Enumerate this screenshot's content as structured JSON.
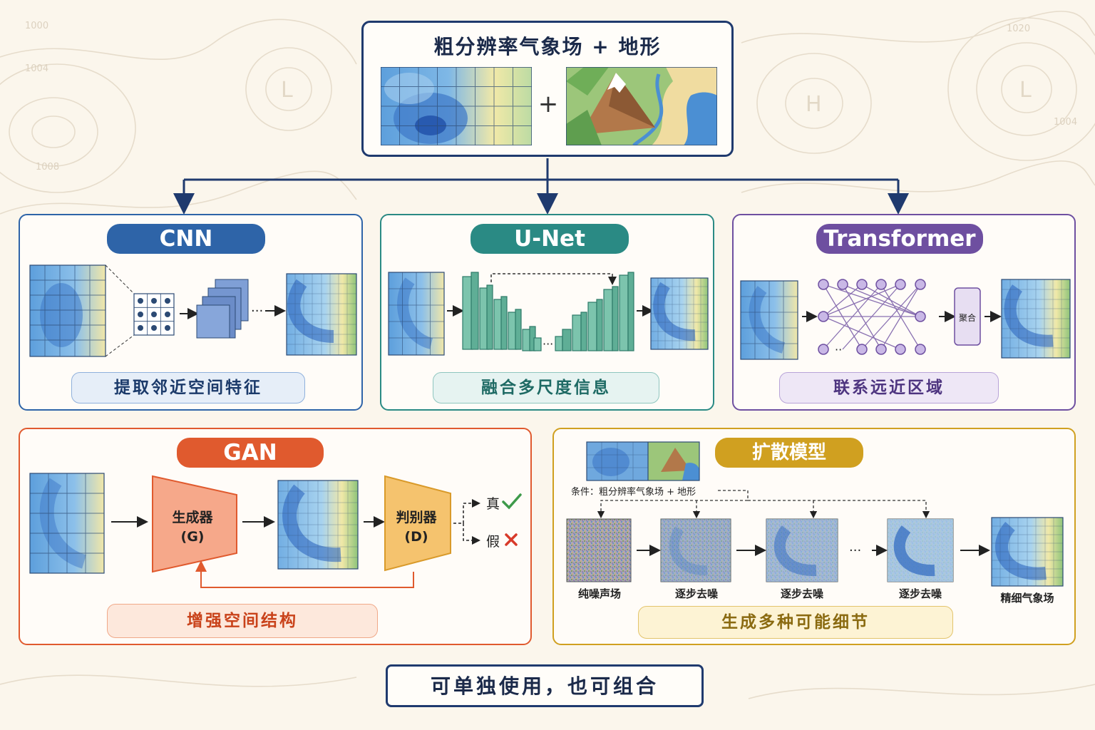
{
  "colors": {
    "navy": "#1f3a6e",
    "cnn": "#2e64a8",
    "unet": "#2a8a84",
    "transformer": "#6e4fa0",
    "gan": "#e05a2e",
    "diffusion": "#d0a020"
  },
  "input": {
    "title": "粗分辨率气象场 + 地形",
    "plus": "+"
  },
  "cnn": {
    "name": "CNN",
    "dots": "···",
    "caption": "提取邻近空间特征"
  },
  "unet": {
    "name": "U-Net",
    "dots": "···",
    "caption": "融合多尺度信息"
  },
  "transformer": {
    "name": "Transformer",
    "dots": "··",
    "aggregate": "聚合",
    "caption": "联系远近区域"
  },
  "gan": {
    "name": "GAN",
    "generator_line1": "生成器",
    "generator_line2": "(G)",
    "discriminator_line1": "判别器",
    "discriminator_line2": "(D)",
    "real": "真",
    "fake": "假",
    "caption": "增强空间结构"
  },
  "diffusion": {
    "name": "扩散模型",
    "condition": "条件：粗分辨率气象场 + 地形",
    "dots": "···",
    "steps": [
      "纯噪声场",
      "逐步去噪",
      "逐步去噪",
      "逐步去噪",
      "精细气象场"
    ],
    "caption": "生成多种可能细节"
  },
  "footer": "可单独使用，也可组合",
  "background_map": {
    "isobars": [
      "1000",
      "1004",
      "1008",
      "1020",
      "1004"
    ],
    "pressure_centers": [
      "L",
      "H",
      "L"
    ]
  }
}
